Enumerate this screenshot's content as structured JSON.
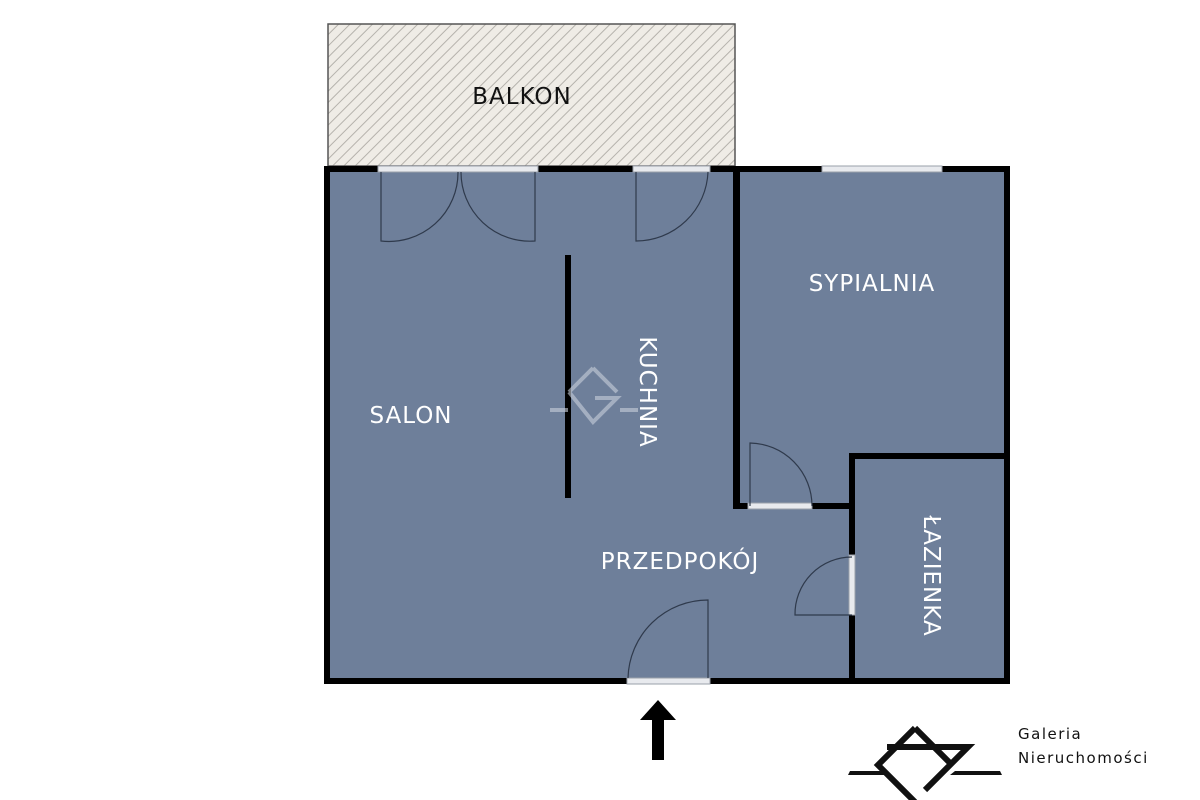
{
  "rooms": {
    "balcony": "BALKON",
    "bedroom": "SYPIALNIA",
    "living_room": "SALON",
    "kitchen": "KUCHNIA",
    "hallway": "PRZEDPOKÓJ",
    "bathroom": "ŁAZIENKA"
  },
  "logo": {
    "line1": "Galeria",
    "line2": "Nieruchomości"
  },
  "colors": {
    "floor": "#6e7f9a",
    "wall": "#000000",
    "balcony": "#efece6",
    "hatch": "#b5b2ac"
  }
}
